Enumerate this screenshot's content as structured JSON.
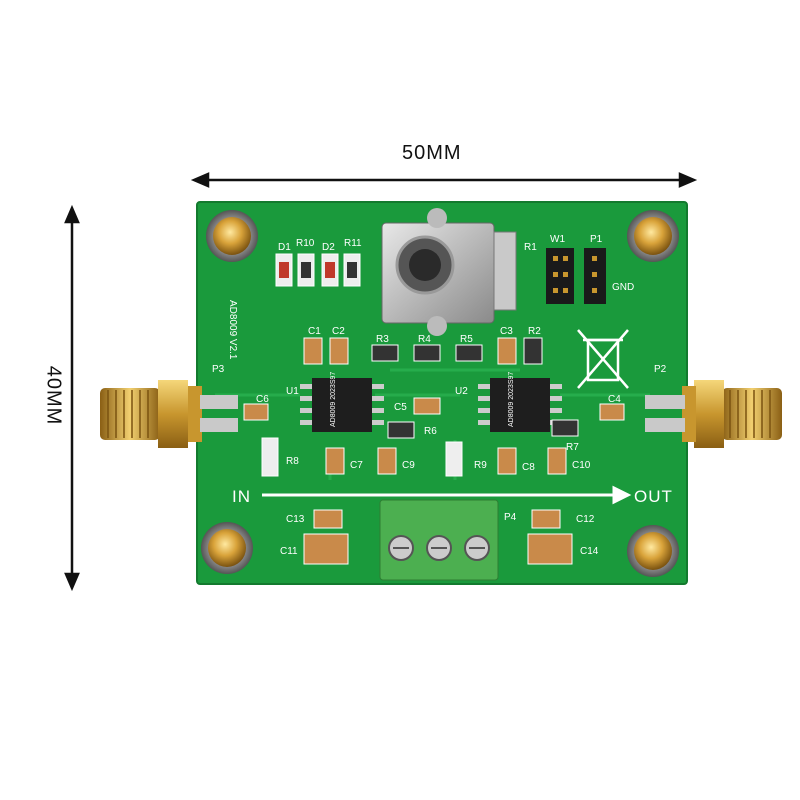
{
  "dimensions": {
    "width_label": "50MM",
    "height_label": "40MM"
  },
  "board": {
    "color": "#1a9a3c",
    "silkscreen": {
      "in_label": "IN",
      "out_label": "OUT",
      "gnd_label": "GND",
      "chip_left_text": "AD8009 2023S97",
      "chip_right_text": "AD8009 2023S97",
      "logo_text": "AD8009 V2.1"
    },
    "designators": {
      "connectors": [
        "P1",
        "P2",
        "P3",
        "P4"
      ],
      "jumper": "W1",
      "potentiometer": "R1",
      "ics": [
        "U1",
        "U2"
      ],
      "leds": [
        "D1",
        "D2"
      ],
      "resistors": [
        "R2",
        "R3",
        "R4",
        "R5",
        "R6",
        "R7",
        "R8",
        "R9",
        "R10",
        "R11"
      ],
      "capacitors": [
        "C1",
        "C2",
        "C3",
        "C4",
        "C5",
        "C6",
        "C7",
        "C8",
        "C9",
        "C10",
        "C11",
        "C12",
        "C13",
        "C14"
      ]
    }
  },
  "colors": {
    "pcb": "#1a9a3c",
    "gold": "#d4a53a",
    "terminal": "#4caf50",
    "capacitor_body": "#c98a4a"
  }
}
